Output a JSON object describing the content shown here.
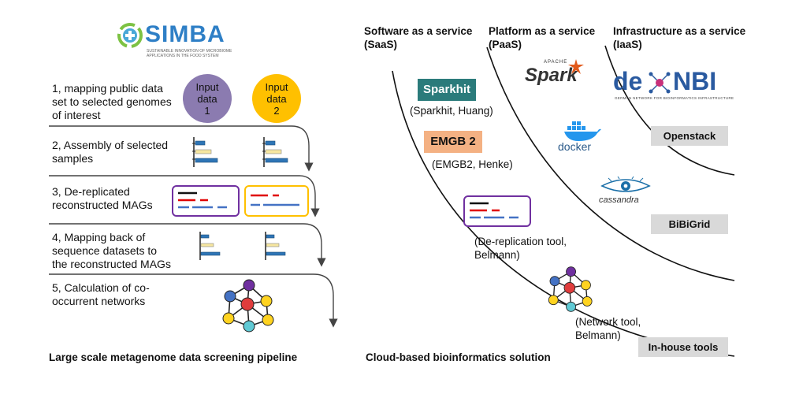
{
  "logo": {
    "name": "SIMBA",
    "tagline_line1": "SUSTAINABLE INNOVATION OF MICROBIOME",
    "tagline_line2": "APPLICATIONS IN THE FOOD SYSTEM"
  },
  "pipeline": {
    "steps": [
      {
        "lines": [
          "1, mapping public data",
          "set to selected genomes",
          "of interest"
        ]
      },
      {
        "lines": [
          "2, Assembly of selected",
          "samples"
        ]
      },
      {
        "lines": [
          "3, De-replicated",
          "reconstructed MAGs"
        ]
      },
      {
        "lines": [
          "4, Mapping back of",
          "sequence datasets to",
          "the reconstructed MAGs"
        ]
      },
      {
        "lines": [
          "5, Calculation of co-",
          "occurrent networks"
        ]
      }
    ],
    "inputs": [
      {
        "lines": [
          "Input",
          "data",
          "1"
        ],
        "color": "#8b7bb0"
      },
      {
        "lines": [
          "Input",
          "data",
          "2"
        ],
        "color": "#ffc000"
      }
    ],
    "caption": "Large scale metagenome data screening pipeline"
  },
  "cloud": {
    "columns": [
      {
        "lines": [
          "Software as a service",
          "(SaaS)"
        ]
      },
      {
        "lines": [
          "Platform as a service",
          "(PaaS)"
        ]
      },
      {
        "lines": [
          "Infrastructure as a service",
          "(IaaS)"
        ]
      }
    ],
    "saas": {
      "sparkhit": {
        "badge": "Sparkhit",
        "caption": "(Sparkhit, Huang)",
        "color": "#2b7b7b"
      },
      "emgb": {
        "badge": "EMGB 2",
        "caption": "(EMGB2, Henke)",
        "color": "#f4b183"
      },
      "dereplication": {
        "lines": [
          "(De-replication tool,",
          "Belmann)"
        ]
      },
      "network": {
        "lines": [
          "(Network tool,",
          "Belmann)"
        ]
      }
    },
    "paas": {
      "spark": {
        "top": "APACHE",
        "name": "Spark"
      },
      "docker": "docker",
      "cassandra": "cassandra"
    },
    "iaas": {
      "denbi": {
        "name_left": "de",
        "name_right": "NBI",
        "tagline": "GERMAN NETWORK FOR BIOINFORMATICS INFRASTRUCTURE"
      }
    },
    "labels": {
      "openstack": "Openstack",
      "bibigrid": "BiBiGrid",
      "inhouse": "In-house tools"
    },
    "caption": "Cloud-based bioinformatics solution"
  }
}
